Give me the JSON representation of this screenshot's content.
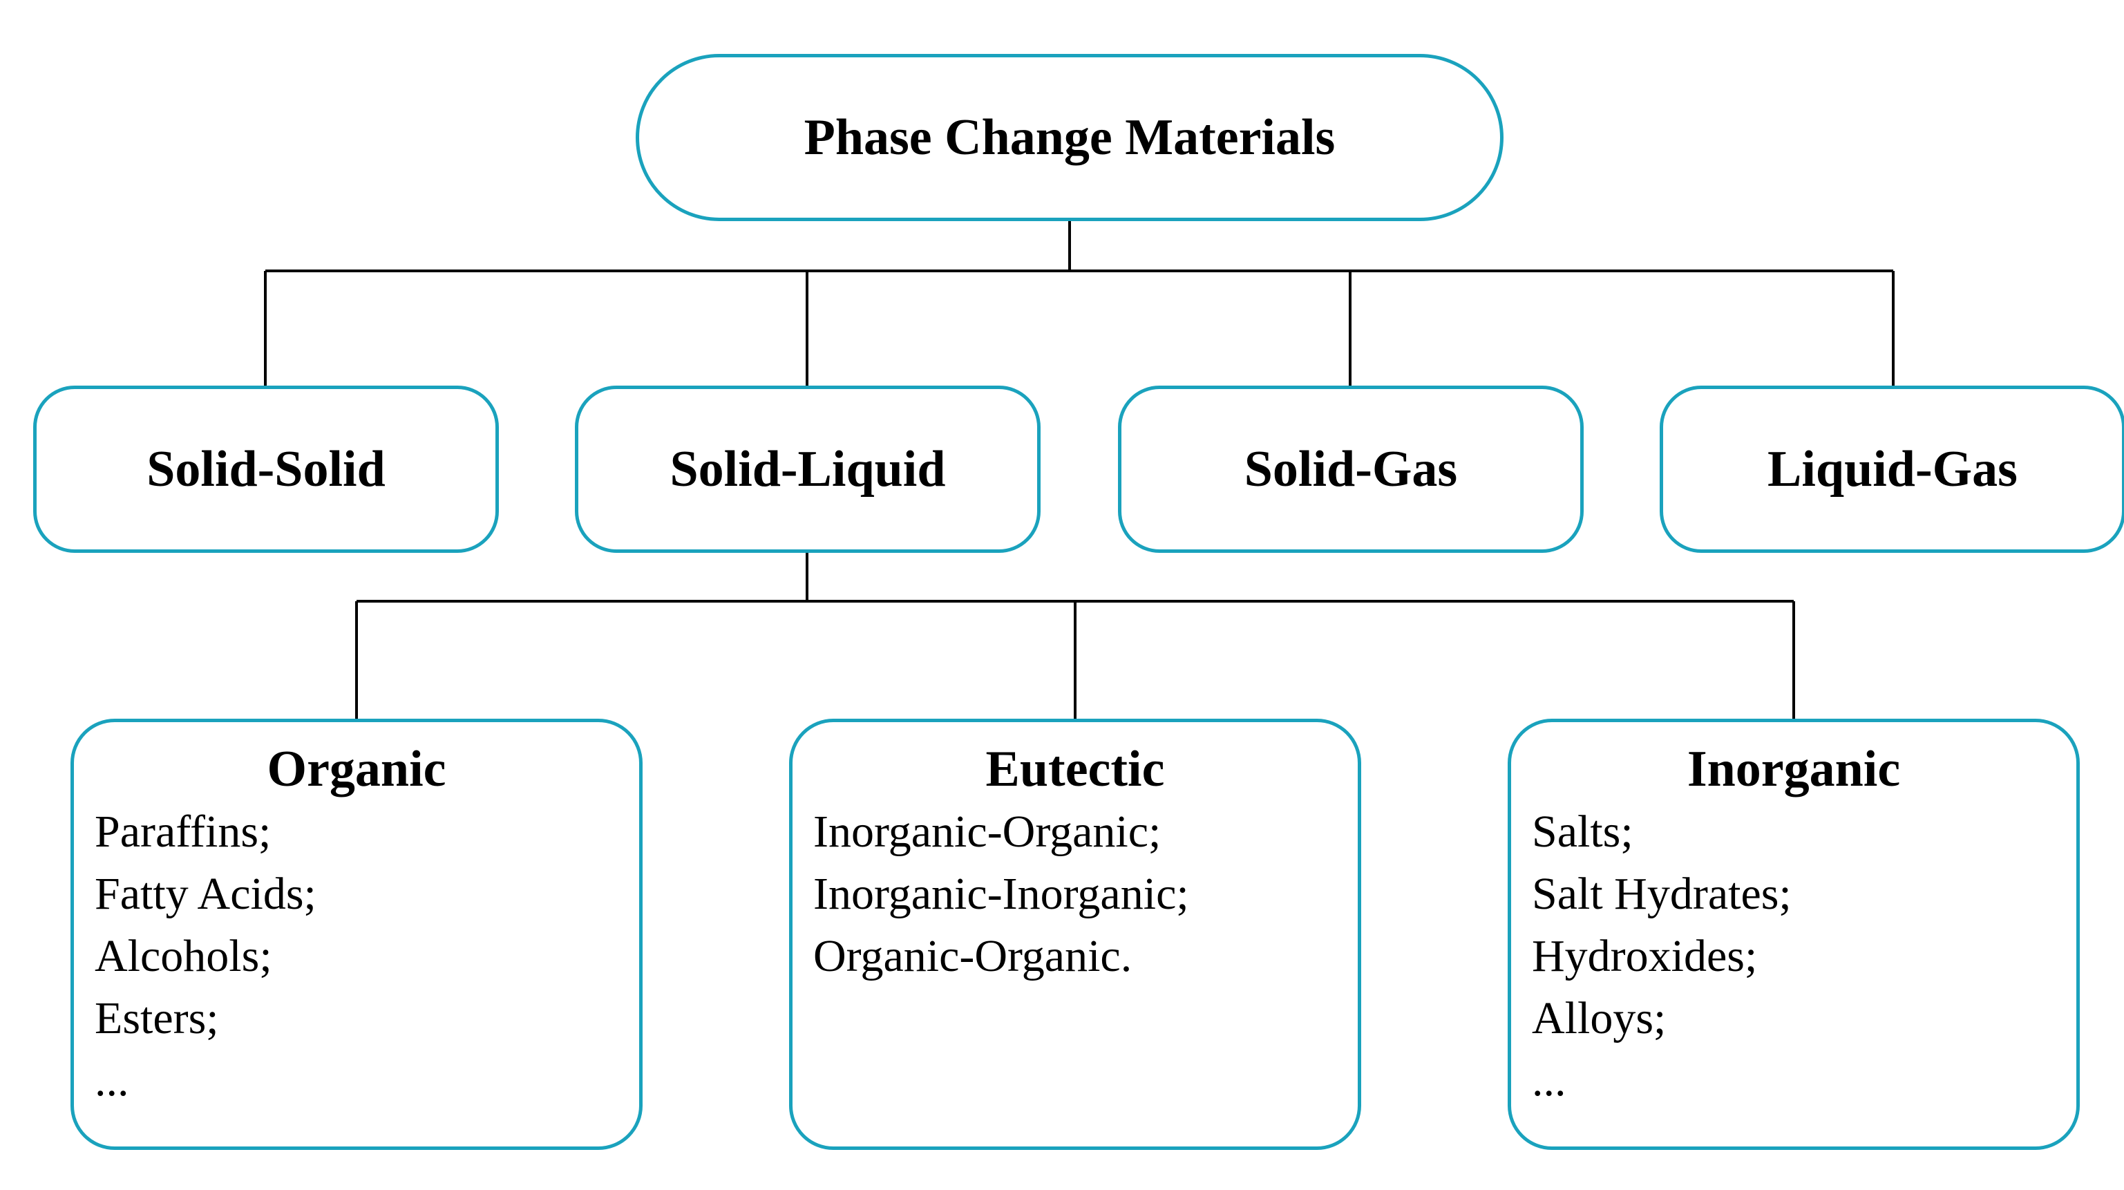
{
  "colors": {
    "box_border": "#1aa2bd",
    "connector": "#000000",
    "background": "#ffffff"
  },
  "root": {
    "label": "Phase Change Materials"
  },
  "categories": [
    {
      "label": "Solid-Solid"
    },
    {
      "label": "Solid-Liquid"
    },
    {
      "label": "Solid-Gas"
    },
    {
      "label": "Liquid-Gas"
    }
  ],
  "subcategories": [
    {
      "title": "Organic",
      "items": [
        "Paraffins;",
        "Fatty Acids;",
        "Alcohols;",
        "Esters;",
        "..."
      ]
    },
    {
      "title": "Eutectic",
      "items": [
        "Inorganic-Organic;",
        "Inorganic-Inorganic;",
        "Organic-Organic."
      ]
    },
    {
      "title": "Inorganic",
      "items": [
        "Salts;",
        "Salt Hydrates;",
        "Hydroxides;",
        "Alloys;",
        "..."
      ]
    }
  ]
}
